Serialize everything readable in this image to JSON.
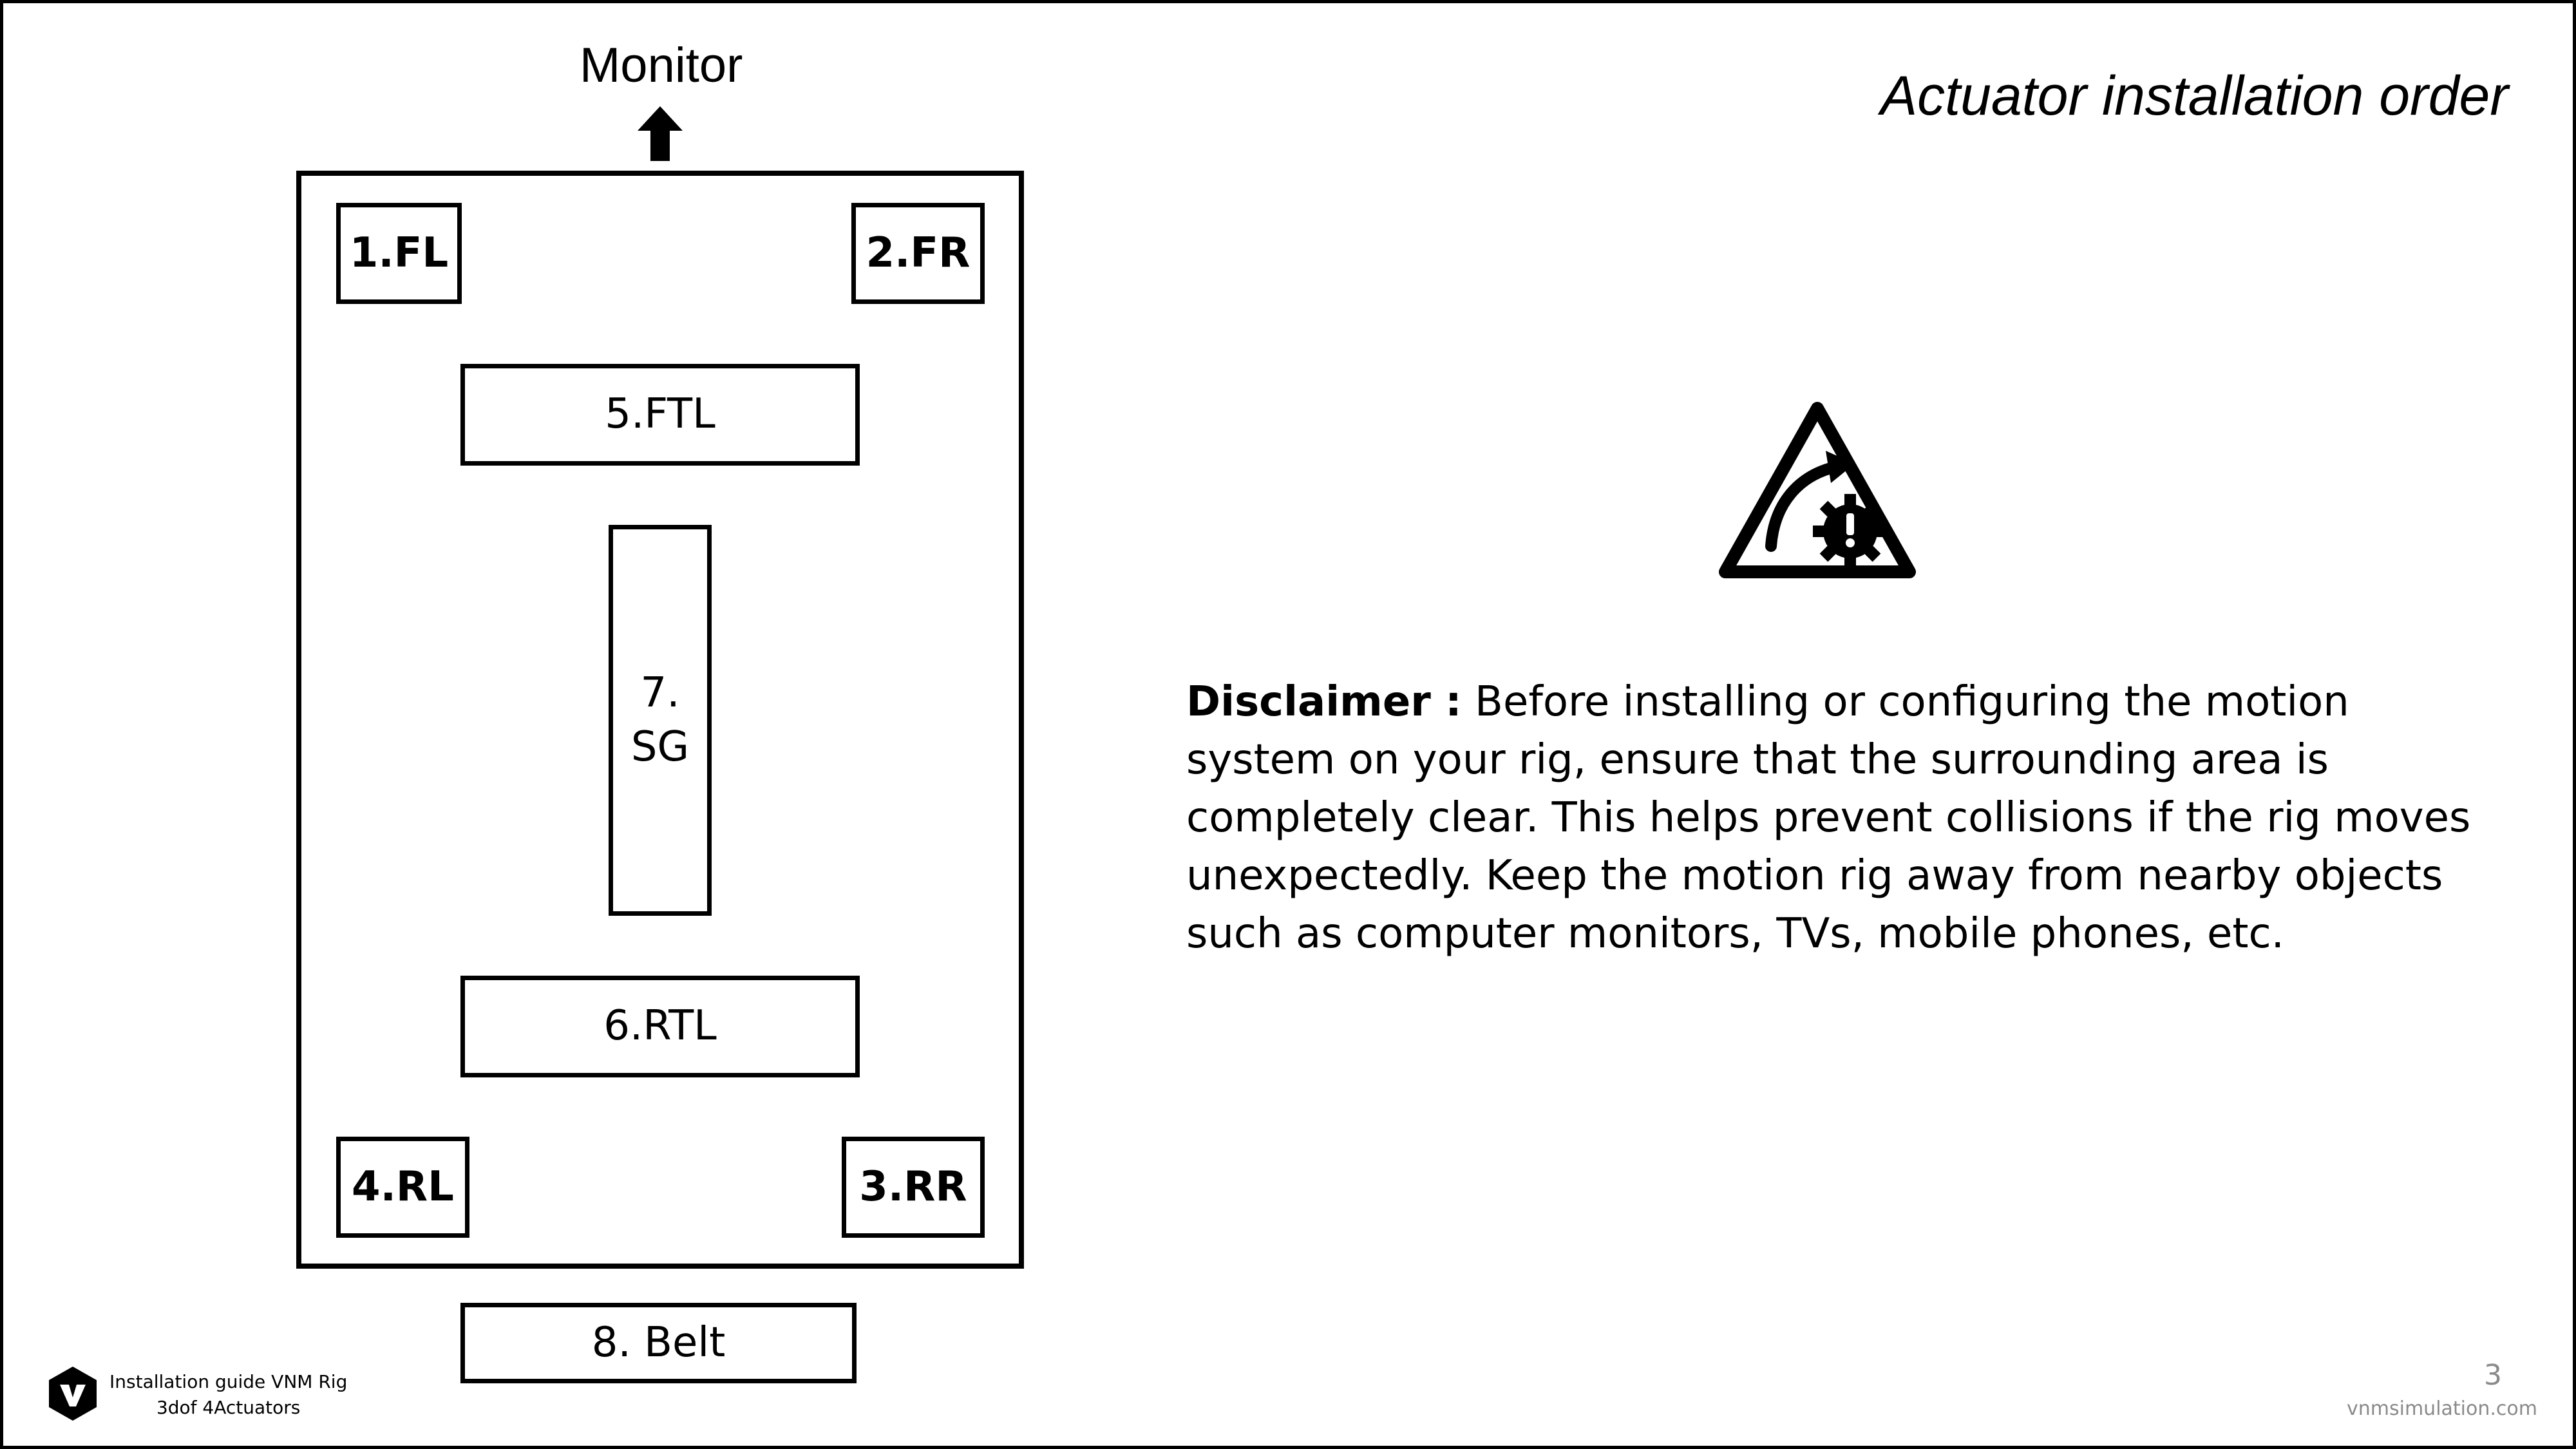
{
  "slide": {
    "title": "Actuator installation order",
    "page_number": "3",
    "website": "vnmsimulation.com",
    "footer_line1": "Installation guide VNM Rig",
    "footer_line2": "3dof 4Actuators"
  },
  "diagram": {
    "monitor_label": "Monitor",
    "front_left": "1.FL",
    "front_right": "2.FR",
    "rear_right": "3.RR",
    "rear_left": "4.RL",
    "front_traction_loss": "5.FTL",
    "rear_traction_loss": "6.RTL",
    "seat_gear": "7.\nSG",
    "belt": "8. Belt"
  },
  "disclaimer": {
    "label": "Disclaimer :",
    "text": " Before installing or configuring the motion system on your rig, ensure that the surrounding area is completely clear. This helps prevent collisions if the rig moves unexpectedly. Keep the motion rig away from nearby objects such as computer monitors, TVs, mobile phones, etc."
  },
  "icons": {
    "monitor_direction": "arrow-up-icon",
    "warning": "moving-parts-warning-icon",
    "brand": "vnm-logo-icon"
  }
}
